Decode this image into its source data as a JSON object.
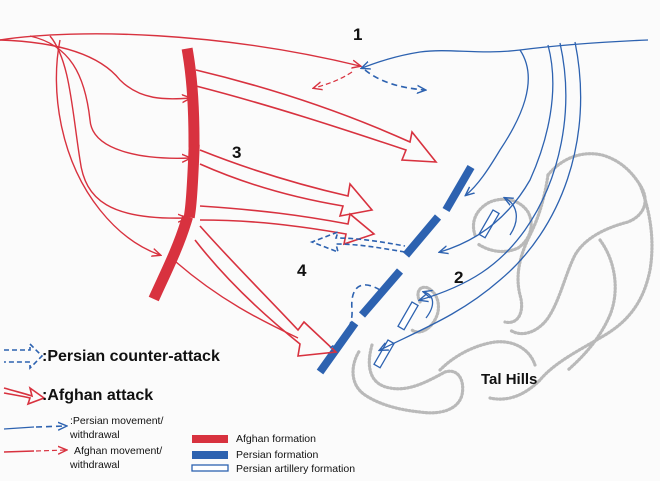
{
  "labels": {
    "num1": "1",
    "num2": "2",
    "num3": "3",
    "num4": "4",
    "hills": "Tal Hills"
  },
  "legend": {
    "counter_attack": ":Persian counter-attack",
    "afghan_attack": ":Afghan attack",
    "persian_move_1": ":Persian movement/",
    "persian_move_2": "withdrawal",
    "afghan_move_1": "Afghan movement/",
    "afghan_move_2": "withdrawal",
    "afghan_formation": "Afghan formation",
    "persian_formation": "Persian formation",
    "artillery_formation": "Persian artillery formation"
  },
  "colors": {
    "afghan": "#d8323f",
    "persian": "#2d62b0",
    "hills": "#b9b9b9"
  }
}
